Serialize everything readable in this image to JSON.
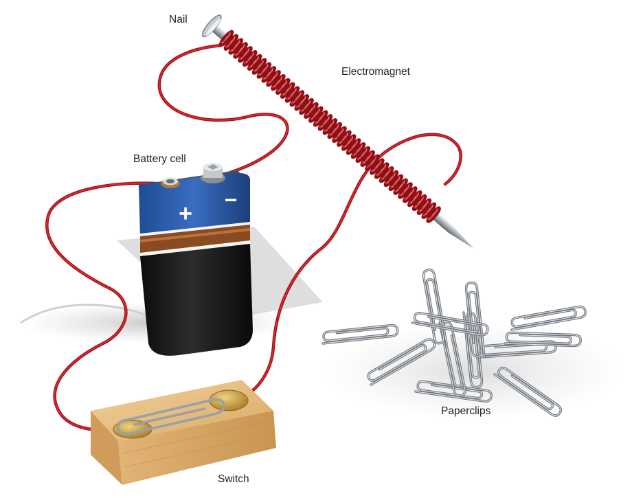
{
  "labels": {
    "nail": "Nail",
    "electromagnet": "Electromagnet",
    "battery": "Battery cell",
    "paperclips": "Paperclips",
    "switch": "Switch"
  },
  "battery": {
    "plus": "+",
    "minus": "−"
  },
  "colors": {
    "wire": "#c4161c",
    "battery_top": "#2f5ea8",
    "battery_body": "#1a1a1a",
    "battery_band": "#8a4b22",
    "switch_wood": "#e8c184",
    "brass": "#c9a040",
    "steel": "#9aa0a6"
  }
}
